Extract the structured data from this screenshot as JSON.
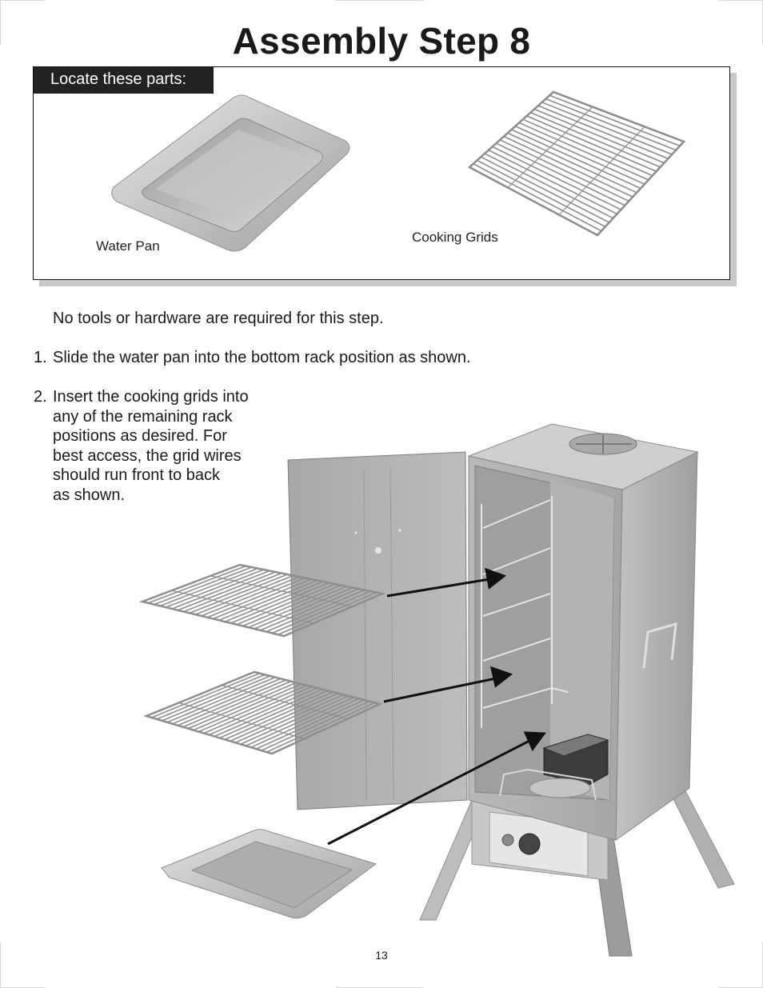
{
  "page": {
    "title": "Assembly Step 8",
    "page_number": "13"
  },
  "parts_box": {
    "header": "Locate these parts:",
    "parts": [
      {
        "label": "Water Pan"
      },
      {
        "label": "Cooking Grids"
      }
    ]
  },
  "instructions": {
    "intro": "No tools or hardware are required for this step.",
    "step1_number": "1.",
    "step1_text": "Slide the water pan into the bottom rack position as shown.",
    "step2_number": "2.",
    "step2_lines": [
      "Insert the cooking grids into",
      "any of the remaining rack",
      "positions as desired. For",
      "best access, the grid wires",
      "should run front to back",
      "as shown."
    ]
  },
  "colors": {
    "steel_light": "#c8c8c8",
    "steel_mid": "#a9a9a9",
    "steel_dark": "#8a8a8a",
    "header_bg": "#222222"
  }
}
